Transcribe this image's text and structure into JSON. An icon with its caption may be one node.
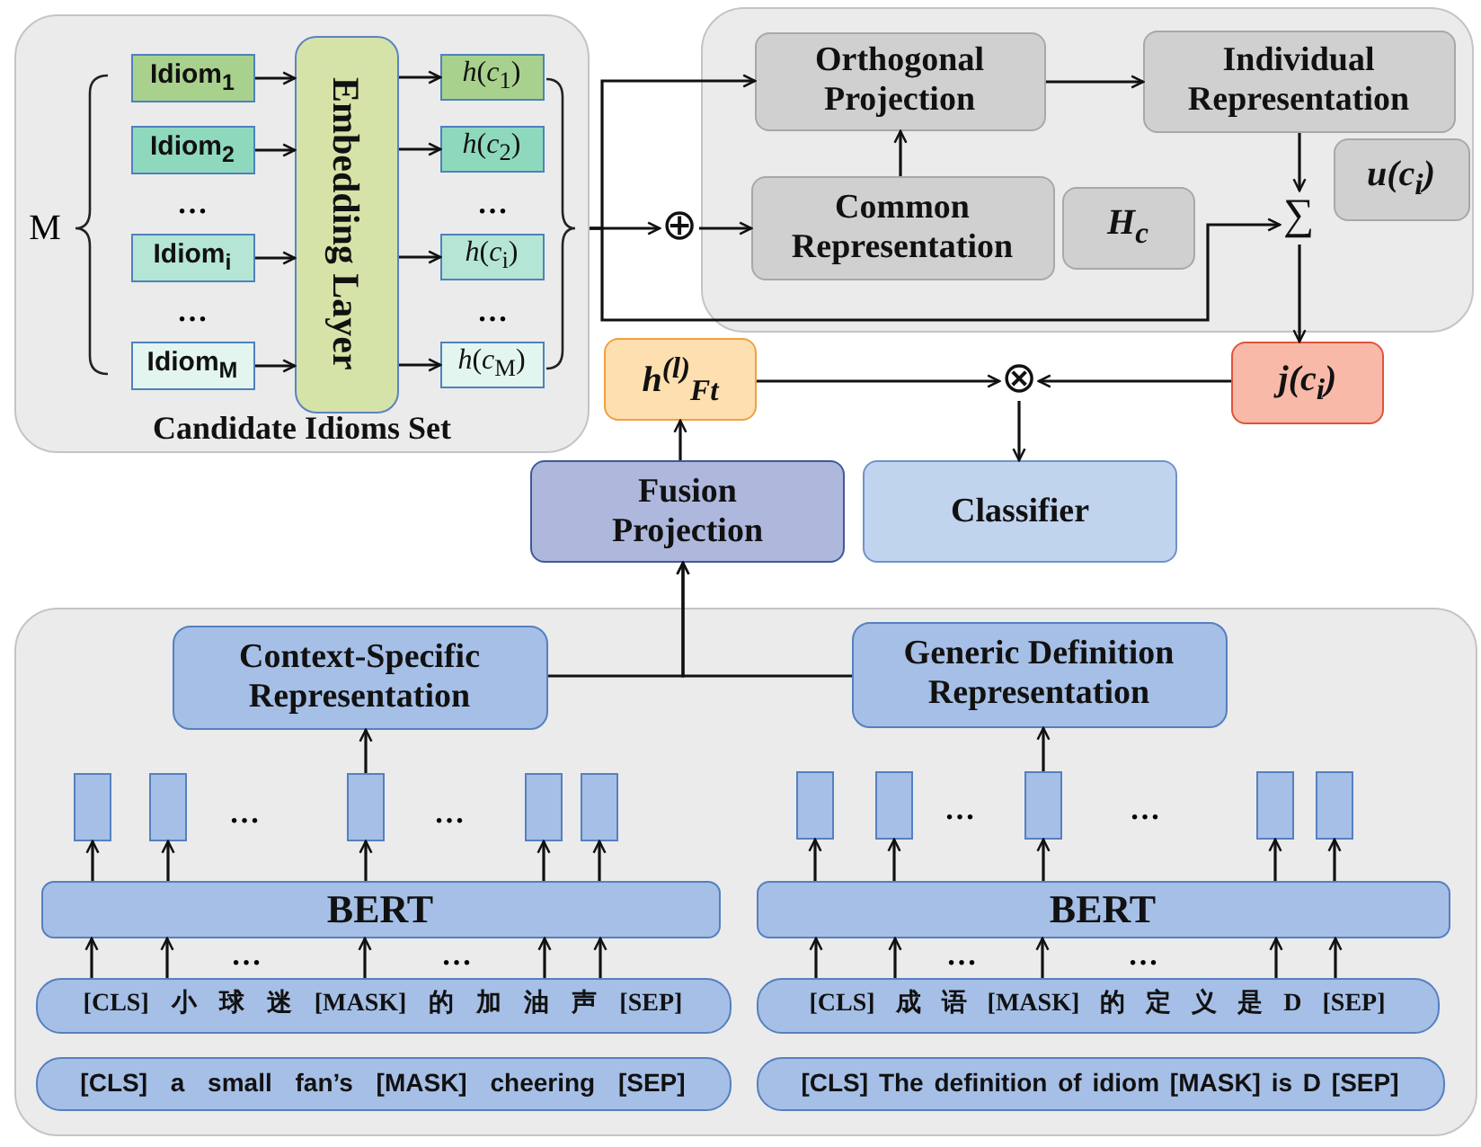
{
  "diagram": {
    "nodes": [
      {
        "text": [
          "Candidate Idioms Set"
        ]
      },
      {
        "text": [
          "Idiom$_{1}$"
        ],
        "in": 0
      },
      {
        "text": [
          "Idiom$_{2}$"
        ],
        "in": 0
      },
      {
        "text": [
          "Idiom$_{i}$"
        ],
        "in": 0
      },
      {
        "text": [
          "Idiom$_{M}$"
        ],
        "in": 0
      },
      {
        "text": [
          "Embedding Layer"
        ],
        "in": 0
      },
      {
        "text": [
          "*h*(*c*$_{1}$)"
        ],
        "in": 0
      },
      {
        "text": [
          "*h*(*c*$_{2}$)"
        ],
        "in": 0
      },
      {
        "text": [
          "*h*(*c*$_{i}$)"
        ],
        "in": 0
      },
      {
        "text": [
          "*h*(*c*$_{M}$)"
        ],
        "in": 0
      },
      {
        "text": [
          "⊕"
        ]
      },
      {
        "text": [],
        "shape": "box"
      },
      {
        "text": [
          "Orthogonal Projection"
        ],
        "in": 11
      },
      {
        "text": [
          "Individual Representation"
        ],
        "in": 11
      },
      {
        "text": [
          "Common Representation"
        ],
        "in": 11
      },
      {
        "text": [
          "H$_{c}$"
        ],
        "in": 11
      },
      {
        "text": [
          "u(c$_{i}$)"
        ],
        "in": 11
      },
      {
        "text": [
          "∑"
        ],
        "in": 11
      },
      {
        "text": [
          "h$^{(l)}$$_{Ft}$"
        ]
      },
      {
        "text": [
          "⊗"
        ]
      },
      {
        "text": [
          "j(c$_{i}$)"
        ]
      },
      {
        "text": [
          "Fusion Projection"
        ]
      },
      {
        "text": [
          "Classifier"
        ]
      },
      {
        "text": [],
        "shape": "box"
      },
      {
        "text": [
          "Context-Specific Representation"
        ],
        "in": 23
      },
      {
        "text": [
          "Generic Definition Representation"
        ],
        "in": 23
      },
      {
        "text": [],
        "shape": "box",
        "in": 23
      },
      {
        "text": [],
        "shape": "box",
        "in": 23
      },
      {
        "text": [],
        "shape": "box",
        "in": 23
      },
      {
        "text": [],
        "shape": "box",
        "in": 23
      },
      {
        "text": [],
        "shape": "box",
        "in": 23
      },
      {
        "text": [],
        "shape": "box",
        "in": 23
      },
      {
        "text": [],
        "shape": "box",
        "in": 23
      },
      {
        "text": [],
        "shape": "box",
        "in": 23
      },
      {
        "text": [],
        "shape": "box",
        "in": 23
      },
      {
        "text": [],
        "shape": "box",
        "in": 23
      },
      {
        "text": [
          "BERT"
        ],
        "in": 23
      },
      {
        "text": [
          "BERT"
        ],
        "in": 23
      },
      {
        "text": [
          "[CLS] 小 球 迷 [MASK] 的 加 油 声 [SEP]"
        ],
        "in": 23
      },
      {
        "text": [
          "[CLS] a small fan’s [MASK] cheering [SEP]"
        ],
        "in": 23
      },
      {
        "text": [
          "[CLS] 成 语 [MASK] 的 定 义 是 D [SEP]"
        ],
        "in": 23
      },
      {
        "text": [
          "[CLS] The definition of idiom [MASK] is D [SEP]"
        ],
        "in": 23
      }
    ],
    "edges": [
      {
        "from": 1,
        "to": 5,
        "arrow": "to"
      },
      {
        "from": 2,
        "to": 5,
        "arrow": "to"
      },
      {
        "from": 3,
        "to": 5,
        "arrow": "to"
      },
      {
        "from": 4,
        "to": 5,
        "arrow": "to"
      },
      {
        "from": 5,
        "to": 6,
        "arrow": "to"
      },
      {
        "from": 5,
        "to": 7,
        "arrow": "to"
      },
      {
        "from": 5,
        "to": 8,
        "arrow": "to"
      },
      {
        "from": 5,
        "to": 9,
        "arrow": "to"
      },
      {
        "from": 0,
        "to": 10,
        "arrow": "to"
      },
      {
        "from": 0,
        "to": 12,
        "arrow": "to"
      },
      {
        "from": 0,
        "to": 17,
        "arrow": "to"
      },
      {
        "from": 10,
        "to": 14,
        "arrow": "to"
      },
      {
        "from": 14,
        "to": 12,
        "arrow": "to"
      },
      {
        "from": 12,
        "to": 13,
        "arrow": "to"
      },
      {
        "from": 13,
        "to": 17,
        "arrow": "to"
      },
      {
        "from": 17,
        "to": 20,
        "arrow": "to"
      },
      {
        "from": 18,
        "to": 19,
        "arrow": "to"
      },
      {
        "from": 20,
        "to": 19,
        "arrow": "to"
      },
      {
        "from": 19,
        "to": 22,
        "arrow": "to"
      },
      {
        "from": 21,
        "to": 18,
        "arrow": "to"
      },
      {
        "from": 24,
        "to": 21,
        "arrow": "to"
      },
      {
        "from": 25,
        "to": 21,
        "arrow": "to"
      },
      {
        "from": 28,
        "to": 24,
        "arrow": "to"
      },
      {
        "from": 33,
        "to": 25,
        "arrow": "to"
      },
      {
        "from": 36,
        "to": 26,
        "arrow": "to"
      },
      {
        "from": 36,
        "to": 27,
        "arrow": "to"
      },
      {
        "from": 36,
        "to": 28,
        "arrow": "to"
      },
      {
        "from": 36,
        "to": 29,
        "arrow": "to"
      },
      {
        "from": 36,
        "to": 30,
        "arrow": "to"
      },
      {
        "from": 37,
        "to": 31,
        "arrow": "to"
      },
      {
        "from": 37,
        "to": 32,
        "arrow": "to"
      },
      {
        "from": 37,
        "to": 33,
        "arrow": "to"
      },
      {
        "from": 37,
        "to": 34,
        "arrow": "to"
      },
      {
        "from": 37,
        "to": 35,
        "arrow": "to"
      },
      {
        "from": 38,
        "to": 36,
        "arrow": "to"
      },
      {
        "from": 38,
        "to": 36,
        "arrow": "to"
      },
      {
        "from": 38,
        "to": 36,
        "arrow": "to"
      },
      {
        "from": 38,
        "to": 36,
        "arrow": "to"
      },
      {
        "from": 38,
        "to": 36,
        "arrow": "to"
      },
      {
        "from": 40,
        "to": 37,
        "arrow": "to"
      },
      {
        "from": 40,
        "to": 37,
        "arrow": "to"
      },
      {
        "from": 40,
        "to": 37,
        "arrow": "to"
      },
      {
        "from": 40,
        "to": 37,
        "arrow": "to"
      },
      {
        "from": 40,
        "to": 37,
        "arrow": "to"
      }
    ],
    "labels": [
      "M",
      "…",
      "…",
      "…",
      "…",
      "…",
      "…",
      "…",
      "…",
      "…",
      "…",
      "…",
      "…"
    ]
  }
}
